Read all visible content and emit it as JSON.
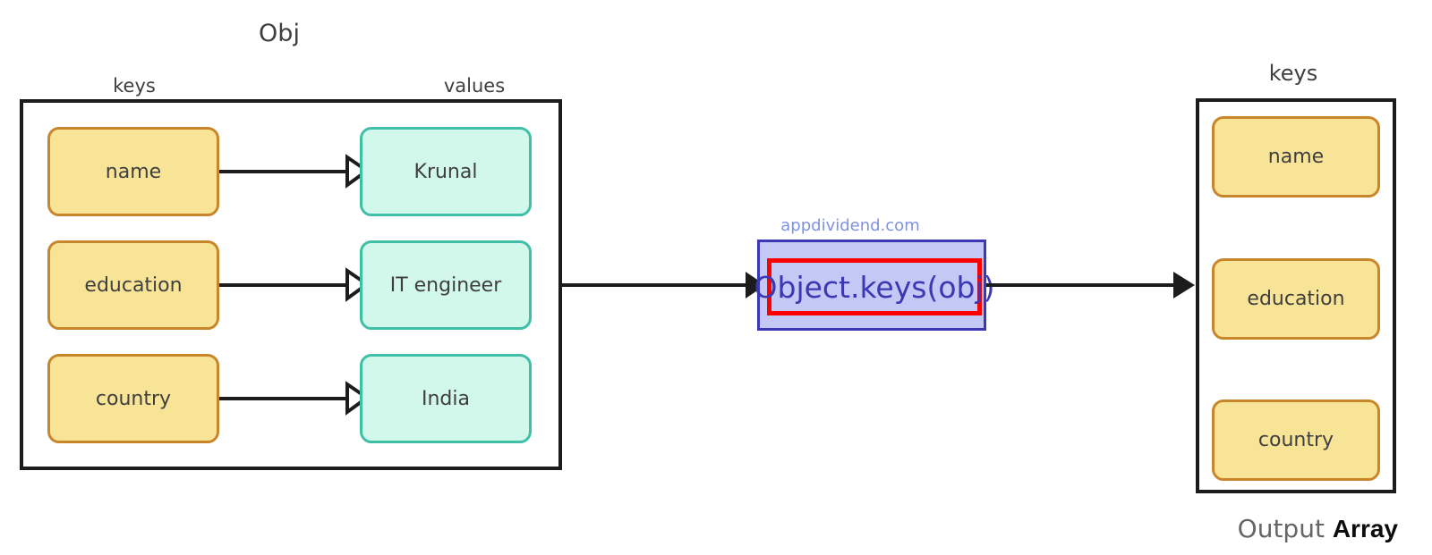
{
  "diagram": {
    "title": "Obj",
    "source_container": {
      "column_labels": {
        "keys": "keys",
        "values": "values"
      },
      "pairs": [
        {
          "key": "name",
          "value": "Krunal"
        },
        {
          "key": "education",
          "value": "IT engineer"
        },
        {
          "key": "country",
          "value": "India"
        }
      ]
    },
    "processor": {
      "watermark": "appdividend.com",
      "code": "Object.keys(obj)"
    },
    "output_container": {
      "column_label": "keys",
      "items": [
        "name",
        "education",
        "country"
      ],
      "caption_prefix": "Output",
      "caption_emphasis": "Array"
    }
  },
  "colors": {
    "key_fill": "#F8E497",
    "key_stroke": "#C8862B",
    "value_fill": "#D2F7EB",
    "value_stroke": "#3FBFA6",
    "container_stroke": "#1C1C1C",
    "processor_fill": "#C3C8F4",
    "processor_stroke": "#3B37B5",
    "processor_text": "#3B37B5",
    "highlight_stroke": "#FF0000",
    "watermark_text": "#7F92E2",
    "label_text": "#3F3F3F",
    "arrow": "#1C1C1C"
  },
  "icons": {
    "open_arrowhead": "open-arrowhead-icon",
    "solid_arrowhead": "solid-arrowhead-icon"
  }
}
